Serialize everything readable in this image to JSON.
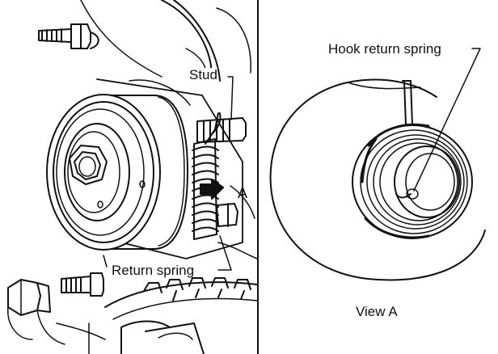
{
  "labels": {
    "stud": "Stud",
    "view_marker": "A",
    "return_spring": "Return spring",
    "hook_return_spring": "Hook return spring",
    "view_a": "View A"
  }
}
